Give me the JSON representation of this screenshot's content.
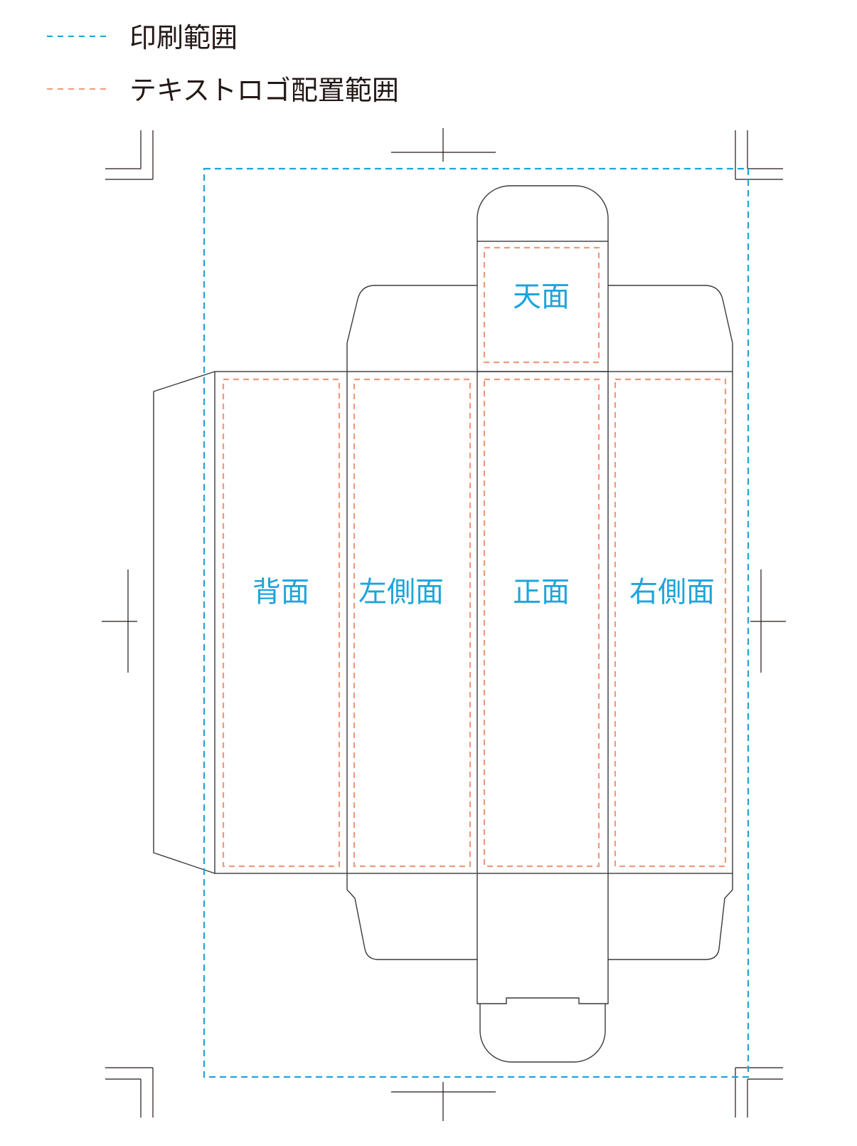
{
  "legend": [
    {
      "id": "print-area",
      "label": "印刷範囲",
      "color": "#1ea4dc"
    },
    {
      "id": "text-logo-area",
      "label": "テキストロゴ配置範囲",
      "color": "#f09a7c"
    }
  ],
  "panels": {
    "top": "天面",
    "back": "背面",
    "left": "左側面",
    "front": "正面",
    "right": "右側面"
  },
  "colors": {
    "label": "#1ea4dc",
    "die_line": "#3a3a3a",
    "crop_mark": "#231815"
  }
}
